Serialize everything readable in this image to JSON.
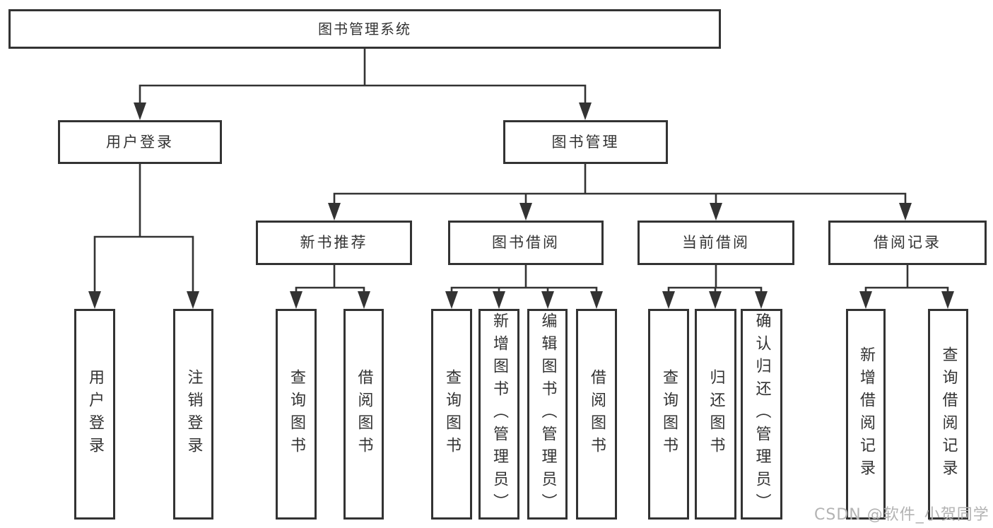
{
  "page": {
    "background": "#ffffff",
    "line_color": "#333333",
    "text_color": "#333333"
  },
  "watermark": {
    "text": "CSDN @软件_小贺同学",
    "color": "#b3b3b3"
  },
  "tree": {
    "root": {
      "label": "图书管理系统"
    },
    "user_login": {
      "label": "用户登录",
      "children": [
        {
          "label": "用户登录"
        },
        {
          "label": "注销登录"
        }
      ]
    },
    "book_management": {
      "label": "图书管理",
      "sections": [
        {
          "label": "新书推荐",
          "children": [
            {
              "label": "查询图书"
            },
            {
              "label": "借阅图书"
            }
          ]
        },
        {
          "label": "图书借阅",
          "children": [
            {
              "label": "查询图书"
            },
            {
              "label": "新增图书（管理员）"
            },
            {
              "label": "编辑图书（管理员）"
            },
            {
              "label": "借阅图书"
            }
          ]
        },
        {
          "label": "当前借阅",
          "children": [
            {
              "label": "查询图书"
            },
            {
              "label": "归还图书"
            },
            {
              "label": "确认归还（管理员）"
            }
          ]
        },
        {
          "label": "借阅记录",
          "children": [
            {
              "label": "新增借阅记录"
            },
            {
              "label": "查询借阅记录"
            }
          ]
        }
      ]
    }
  }
}
